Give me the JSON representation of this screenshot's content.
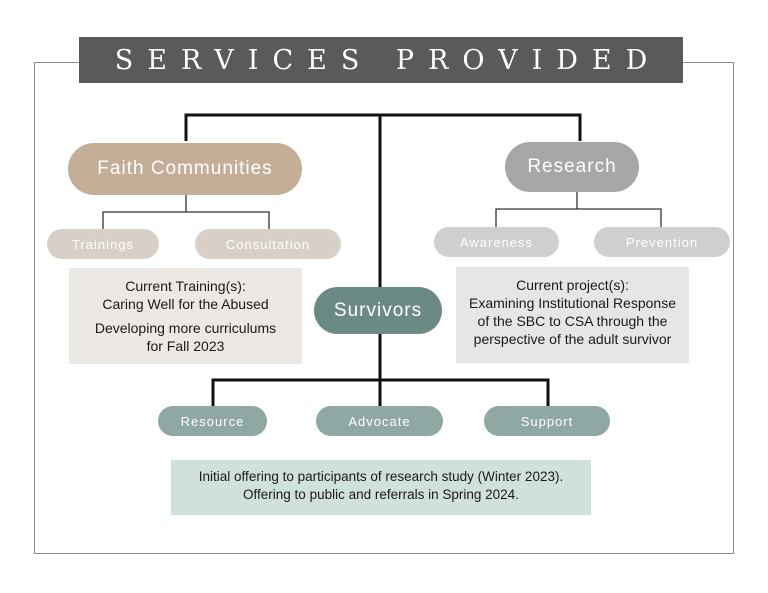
{
  "title": "SERVICES PROVIDED",
  "nodes": {
    "faith": "Faith Communities",
    "research": "Research",
    "survivors": "Survivors",
    "trainings": "Trainings",
    "consultation": "Consultation",
    "awareness": "Awareness",
    "prevention": "Prevention",
    "resource": "Resource",
    "advocate": "Advocate",
    "support": "Support"
  },
  "boxes": {
    "faith": {
      "line1": "Current Training(s):",
      "line2": "Caring Well for the Abused",
      "line3": "Developing more curriculums",
      "line4": "for Fall 2023"
    },
    "research": {
      "line1": "Current project(s):",
      "line2": "Examining Institutional Response",
      "line3": "of the SBC to CSA through the",
      "line4": "perspective of the adult survivor"
    },
    "survivors": {
      "line1": "Initial offering to participants of research study (Winter 2023).",
      "line2": "Offering to public and referrals in Spring 2024."
    }
  },
  "colors": {
    "faith": "#c4ae98",
    "research": "#a7a7a7",
    "survivors": "#6b8a85",
    "title_bg": "#5a5a5a"
  }
}
